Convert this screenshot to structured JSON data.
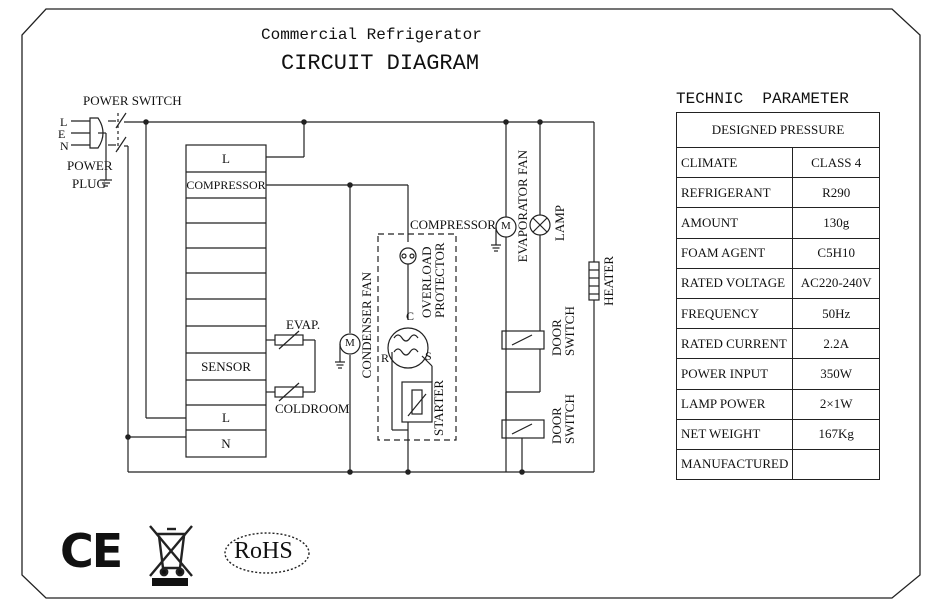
{
  "header": {
    "subtitle": "Commercial Refrigerator",
    "title": "CIRCUIT DIAGRAM"
  },
  "diagram": {
    "power_switch": "POWER SWITCH",
    "plug_pins": [
      "L",
      "E",
      "N"
    ],
    "power_plug": [
      "POWER",
      "PLUG"
    ],
    "terminal_block": [
      "L",
      "COMPRESSOR",
      "",
      "",
      "",
      "",
      "",
      "",
      "SENSOR",
      "L",
      "N"
    ],
    "evap_sensor": "EVAP.",
    "coldroom_sensor": "COLDROOM",
    "compressor": "COMPRESSOR",
    "overload_protector": "OVERLOAD PROTECTOR",
    "condenser_fan": "CONDENSER FAN",
    "starter": "STARTER",
    "compressor_pins": [
      "C",
      "R",
      "S"
    ],
    "evaporator_fan": "EVAPORATOR FAN",
    "lamp": "LAMP",
    "door_switch_1": "DOOR SWITCH",
    "door_switch_2": "DOOR SWITCH",
    "heater": "HEATER",
    "motor_symbol": "M"
  },
  "parameters": {
    "title": "TECHNIC  PARAMETER",
    "header": "DESIGNED PRESSURE",
    "rows": [
      {
        "label": "CLIMATE",
        "value": "CLASS 4"
      },
      {
        "label": "REFRIGERANT",
        "value": "R290"
      },
      {
        "label": "AMOUNT",
        "value": "130g"
      },
      {
        "label": "FOAM AGENT",
        "value": "C5H10"
      },
      {
        "label": "RATED VOLTAGE",
        "value": "AC220-240V"
      },
      {
        "label": "FREQUENCY",
        "value": "50Hz"
      },
      {
        "label": "RATED CURRENT",
        "value": "2.2A"
      },
      {
        "label": "POWER INPUT",
        "value": "350W"
      },
      {
        "label": "LAMP POWER",
        "value": "2×1W"
      },
      {
        "label": "NET WEIGHT",
        "value": "167Kg"
      },
      {
        "label": "MANUFACTURED",
        "value": ""
      }
    ]
  },
  "marks": {
    "ce": "CE",
    "rohs": "RoHS",
    "weee": "crossed-wheelie-bin-icon"
  }
}
